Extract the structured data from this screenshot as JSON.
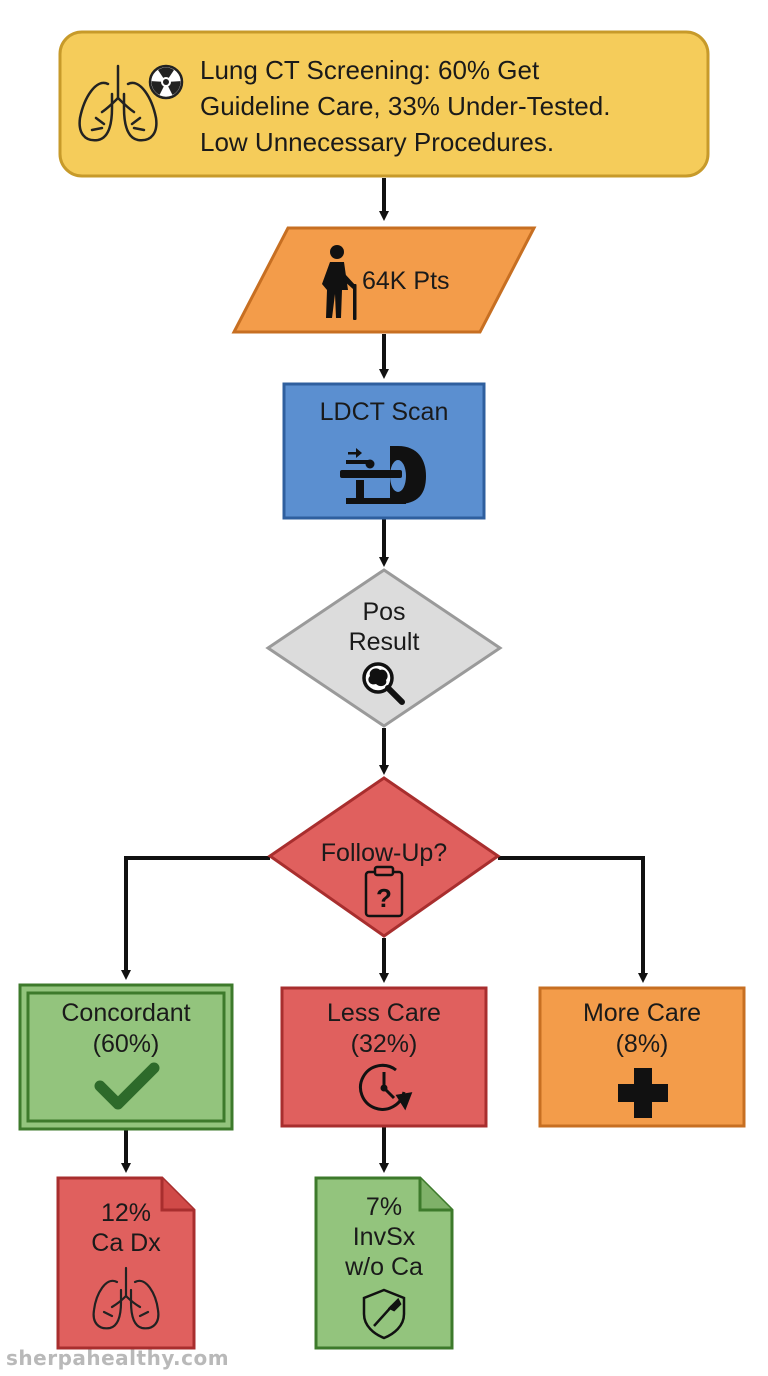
{
  "title": {
    "lines": [
      "Lung CT Screening: 60% Get",
      "Guideline Care, 33% Under-Tested.",
      "Low Unnecessary Procedures."
    ]
  },
  "nodes": {
    "patients": {
      "label": "64K Pts"
    },
    "scan": {
      "label": "LDCT Scan"
    },
    "pos_result": {
      "line1": "Pos",
      "line2": "Result"
    },
    "follow_up": {
      "label": "Follow-Up?"
    },
    "concordant": {
      "line1": "Concordant",
      "line2": "(60%)"
    },
    "less_care": {
      "line1": "Less Care",
      "line2": "(32%)"
    },
    "more_care": {
      "line1": "More Care",
      "line2": "(8%)"
    },
    "ca_dx": {
      "line1": "12%",
      "line2": "Ca Dx"
    },
    "invsx": {
      "line1": "7%",
      "line2": "InvSx",
      "line3": "w/o Ca"
    }
  },
  "colors": {
    "yellow": "#f5cc5a",
    "orange": "#f39c4a",
    "blue": "#5b8fd0",
    "gray": "#dcdcdc",
    "red": "#e0605e",
    "green": "#93c47d"
  },
  "icons": [
    "lungs-icon",
    "radiation-icon",
    "elderly-person-icon",
    "ct-scanner-icon",
    "magnifier-icon",
    "clipboard-question-icon",
    "checkmark-icon",
    "clock-icon",
    "plus-icon",
    "shield-scalpel-icon"
  ],
  "watermark": "sherpahealthy.com"
}
